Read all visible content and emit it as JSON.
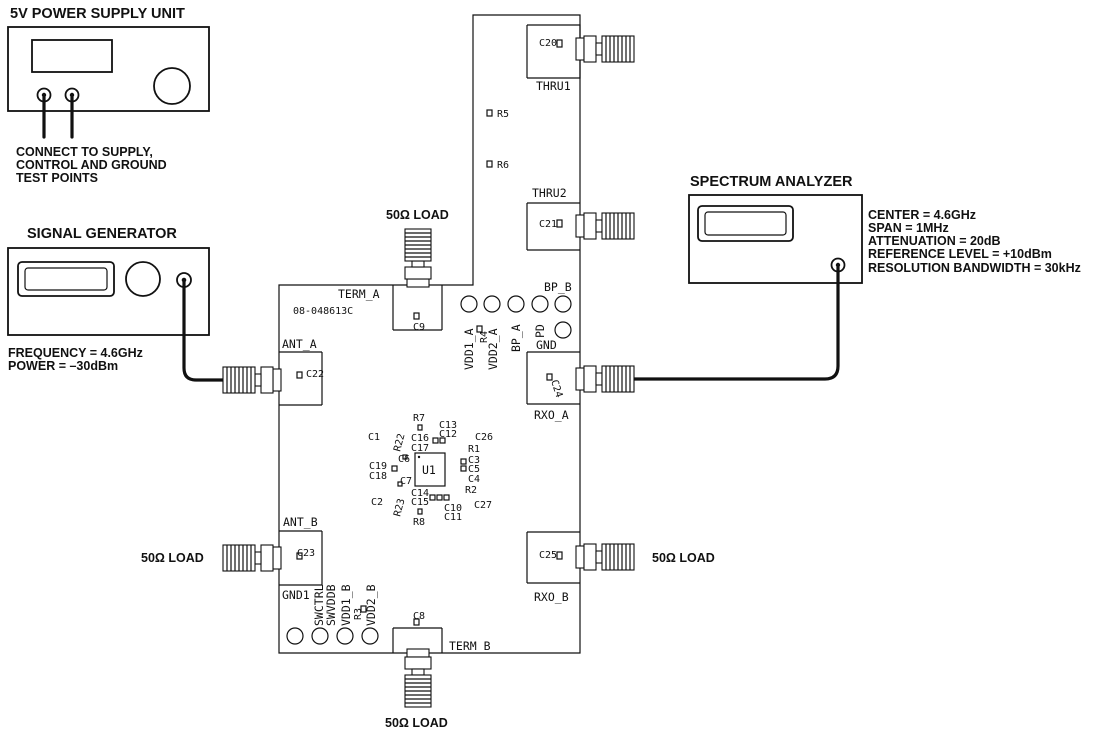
{
  "instruments": {
    "power_supply": {
      "title": "5V POWER SUPPLY UNIT",
      "note": [
        "CONNECT TO SUPPLY,",
        "CONTROL AND GROUND",
        "TEST POINTS"
      ]
    },
    "signal_generator": {
      "title": "SIGNAL GENERATOR",
      "settings": [
        "FREQUENCY = 4.6GHz",
        "POWER = –30dBm"
      ]
    },
    "spectrum_analyzer": {
      "title": "SPECTRUM ANALYZER",
      "settings": [
        "CENTER = 4.6GHz",
        "SPAN = 1MHz",
        "ATTENUATION = 20dB",
        "REFERENCE LEVEL = +10dBm",
        "RESOLUTION BANDWIDTH = 30kHz"
      ]
    }
  },
  "loads": {
    "top": "50Ω LOAD",
    "left": "50Ω LOAD",
    "right": "50Ω LOAD",
    "bottom": "50Ω LOAD"
  },
  "board": {
    "part_number": "08-048613C",
    "ports": {
      "term_a": "TERM_A",
      "term_b": "TERM_B",
      "ant_a": "ANT_A",
      "ant_b": "ANT_B",
      "rxo_a": "RXO_A",
      "rxo_b": "RXO_B",
      "thru1": "THRU1",
      "thru2": "THRU2"
    },
    "test_points": {
      "bp_b": "BP_B",
      "pd": "PD",
      "gnd": "GND",
      "vdd1_a": "VDD1_A",
      "vdd2_a": "VDD2_A",
      "bp_a": "BP_A",
      "gnd1": "GND1",
      "swctrl": "SWCTRL",
      "swvddb": "SWVDDB",
      "vdd1_b": "VDD1_B",
      "vdd2_b": "VDD2_B"
    },
    "ic": "U1",
    "components": {
      "C20": "C20",
      "C21": "C21",
      "C22": "C22",
      "C23": "C23",
      "C24": "C24",
      "C25": "C25",
      "C9": "C9",
      "C8": "C8",
      "R4": "R4",
      "R3": "R3",
      "R5": "R5",
      "R6": "R6",
      "R7": "R7",
      "R22": "R22",
      "C1": "C1",
      "C16": "C16",
      "C17": "C17",
      "C13": "C13",
      "C12": "C12",
      "C26": "C26",
      "R1": "R1",
      "C6": "C6",
      "C3": "C3",
      "C5": "C5",
      "C4": "C4",
      "C19": "C19",
      "C18": "C18",
      "C7": "C7",
      "C2": "C2",
      "R23": "R23",
      "C14": "C14",
      "C15": "C15",
      "R2": "R2",
      "C10": "C10",
      "C27": "C27",
      "C11": "C11",
      "R8": "R8"
    }
  }
}
